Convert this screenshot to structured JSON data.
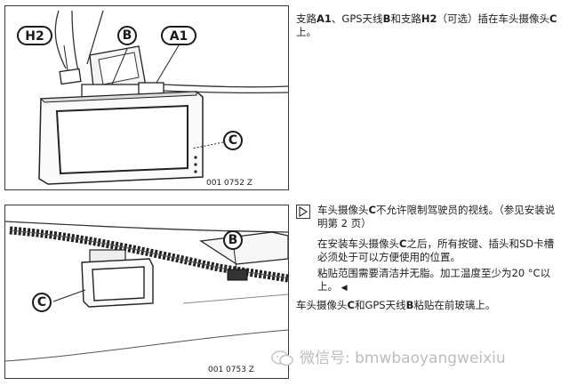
{
  "figure1": {
    "callouts": {
      "h2": "H2",
      "b": "B",
      "a1": "A1",
      "c": "C"
    },
    "figure_id": "001 0752 Z"
  },
  "figure2": {
    "callouts": {
      "b": "B",
      "c": "C"
    },
    "figure_id": "001 0753 Z"
  },
  "paragraph1": {
    "parts": [
      "支路",
      "A1",
      "、GPS天线",
      "B",
      "和支路",
      "H2",
      "（可选）插在车头摄像头",
      "C",
      "上。"
    ]
  },
  "note": {
    "icon": "warning-triangle-icon",
    "line1": {
      "parts": [
        "车头摄像头",
        "C",
        "不允许限制驾驶员的视线。（参见安装说明第 2 页）"
      ]
    },
    "line2": {
      "parts": [
        "在安装车头摄像头",
        "C",
        "之后，所有按键、插头和SD卡槽必须处于可以方便使用的位置。"
      ]
    },
    "line3": {
      "text": "粘贴范围需要清洁并无脂。加工温度至少为20 °C以上。",
      "end_mark": "◀"
    }
  },
  "paragraph2": {
    "parts": [
      "车头摄像头",
      "C",
      "和GPS天线",
      "B",
      "粘贴在前玻璃上。"
    ]
  },
  "watermark": {
    "icon": "wechat-icon",
    "text": "微信号: bmwbaoyangweixiu"
  }
}
